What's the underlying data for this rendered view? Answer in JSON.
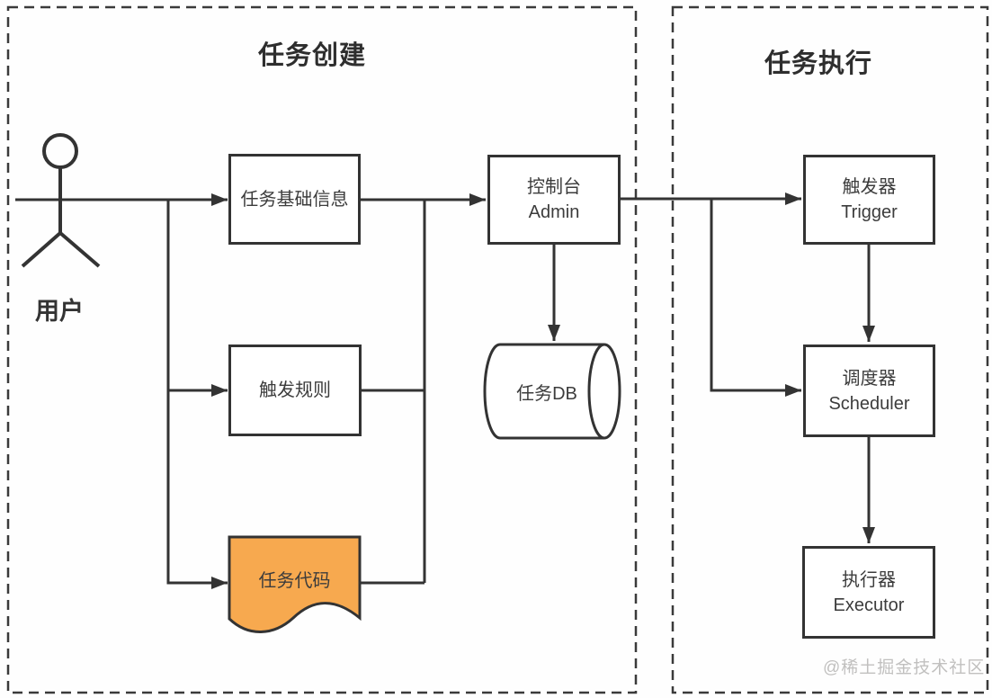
{
  "sections": {
    "creation": {
      "title": "任务创建",
      "actor": {
        "label": "用户"
      },
      "nodes": {
        "basic_info": {
          "label": "任务基础信息"
        },
        "trigger_rule": {
          "label": "触发规则"
        },
        "task_code": {
          "label": "任务代码"
        },
        "admin": {
          "label_zh": "控制台",
          "label_en": "Admin"
        },
        "task_db": {
          "label": "任务DB"
        }
      }
    },
    "execution": {
      "title": "任务执行",
      "nodes": {
        "trigger": {
          "label_zh": "触发器",
          "label_en": "Trigger"
        },
        "scheduler": {
          "label_zh": "调度器",
          "label_en": "Scheduler"
        },
        "executor": {
          "label_zh": "执行器",
          "label_en": "Executor"
        }
      }
    }
  },
  "watermark": "@稀土掘金技术社区",
  "colors": {
    "line": "#333333",
    "document_fill": "#f7a94f",
    "watermark_text": "#c1c0bf",
    "background": "#fefefe"
  }
}
